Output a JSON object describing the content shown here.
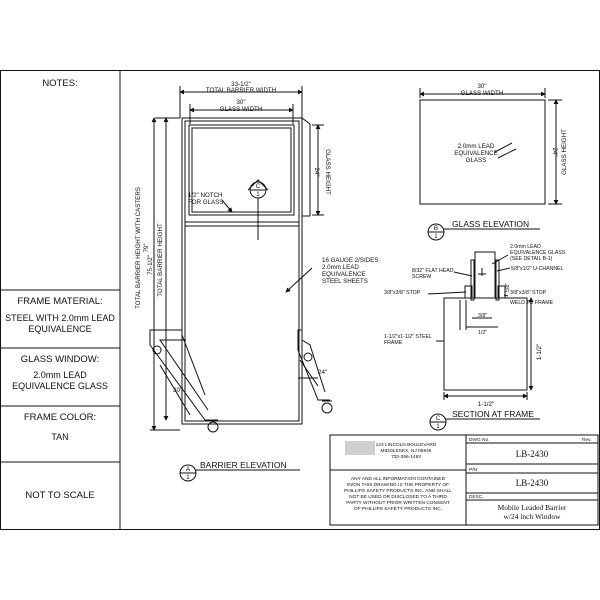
{
  "notes_panel": {
    "notes_heading": "NOTES:",
    "frame_material_heading": "FRAME MATERIAL:",
    "frame_material_value": [
      "STEEL WITH 2.0mm LEAD",
      "EQUIVALENCE"
    ],
    "glass_window_heading": "GLASS WINDOW:",
    "glass_window_value": [
      "2.0mm LEAD",
      "EQUIVALENCE GLASS"
    ],
    "frame_color_heading": "FRAME COLOR:",
    "frame_color_value": "TAN",
    "scale_note": "NOT TO SCALE"
  },
  "barrier_elevation": {
    "dim_total_width_value": "33-1/2\"",
    "dim_total_width_label": "TOTAL BARRIER WIDTH",
    "dim_glass_width_value": "30\"",
    "dim_glass_width_label": "GLASS WIDTH",
    "dim_glass_height_value": "24\"",
    "dim_glass_height_label": "GLASS HEIGHT",
    "dim_total_height_casters_value": "79\"",
    "dim_total_height_casters_label": "TOTAL BARRIER HEIGHT WITH CASTERS",
    "dim_total_height_value": "75-1/2\"",
    "dim_total_height_label": "TOTAL BARRIER HEIGHT",
    "notch_note": [
      "1/2\" NOTCH",
      "FOR GLASS"
    ],
    "detail_marker_letter": "C",
    "detail_marker_number": "1",
    "sheet_note": [
      "16 GAUGE 2/SIDES",
      "2.0mm LEAD",
      "EQUIVALENCE",
      "STEEL SHEETS"
    ],
    "base_dim_left": "30\"",
    "base_dim_right": "24\"",
    "title_letter": "A",
    "title_number": "1",
    "title": "BARRIER ELEVATION"
  },
  "glass_elevation": {
    "dim_width_value": "30\"",
    "dim_width_label": "GLASS WIDTH",
    "dim_height_value": "24\"",
    "dim_height_label": "GLASS HEIGHT",
    "glass_note": [
      "2.0mm LEAD",
      "EQUIVALENCE",
      "GLASS"
    ],
    "title_letter": "B",
    "title_number": "1",
    "title": "GLASS ELEVATION"
  },
  "section_at_frame": {
    "note_glass": [
      "2.0mm LEAD",
      "EQUIVALENCE GLASS",
      "(SEE DETAIL B-1)"
    ],
    "note_u_channel": "5/8\"x1/2\" U-CHANNEL",
    "note_screw": [
      "8/32\" FLAT HEAD",
      "SCREW"
    ],
    "note_stop_left": "3/8\"x3/8\" STOP",
    "note_stop_right": "3/8\"x3/8\" STOP",
    "note_weld": "WELD TO FRAME",
    "note_steel_frame": [
      "1-1/2\"x1-1/2\" STEEL",
      "FRAME"
    ],
    "dim_3_8": "3/8\"",
    "dim_1_2": "1/2\"",
    "dim_5_8": "5/8\"",
    "dim_1_1_2_vertical": "1-1/2\"",
    "dim_1_1_2_horizontal": "1-1/2\"",
    "title_letter": "C",
    "title_number": "1",
    "title": "SECTION AT FRAME"
  },
  "title_block": {
    "address": [
      "123 LINCOLN BOULEVARD",
      "MIDDLESEX, NJ 08846",
      "732-356-1493"
    ],
    "disclaimer": [
      "ANY AND ALL INFORMATION CONTAINED",
      "IN/ON THIS DRAWING IS THE PROPERTY OF",
      "PHILLIPS SAFETY PRODUCTS INC. AND SHALL",
      "NOT BE USED OR DISCLOSED TO A THIRD",
      "PARTY WITHOUT PRIOR WRITTEN CONSENT",
      "OF PHILLIPS SAFETY PRODUCTS INC."
    ],
    "dwg_no_label": "DWG No.",
    "rev_label": "Rev.",
    "dwg_no_value": "LB-2430",
    "pn_label": "P/N:",
    "pn_value": "LB-2430",
    "desc_label": "DESC.",
    "desc_value": [
      "Mobile Leaded Barrier",
      "w/24 inch Window"
    ]
  }
}
